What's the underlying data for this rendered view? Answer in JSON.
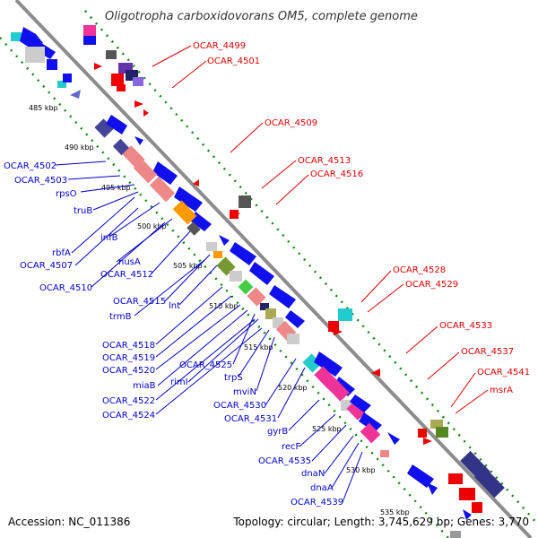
{
  "title": "Oligotropha carboxidovorans OM5, complete genome",
  "footer": {
    "accession": "Accession: NC_011386",
    "summary": "Topology: circular; Length: 3,745,629 bp; Genes: 3,770"
  },
  "ticks": [
    "485 kbp",
    "490 kbp",
    "495 kbp",
    "500 kbp",
    "505 kbp",
    "510 kbp",
    "515 kbp",
    "520 kbp",
    "525 kbp",
    "530 kbp",
    "535 kbp"
  ],
  "labels_forward": [
    "OCAR_4499",
    "OCAR_4501",
    "OCAR_4509",
    "OCAR_4513",
    "OCAR_4516",
    "OCAR_4528",
    "OCAR_4529",
    "OCAR_4533",
    "OCAR_4537",
    "OCAR_4541",
    "msrA"
  ],
  "labels_reverse": [
    "OCAR_4502",
    "OCAR_4503",
    "rpsO",
    "truB",
    "infB",
    "rbfA",
    "OCAR_4507",
    "nusA",
    "OCAR_4512",
    "OCAR_4510",
    "OCAR_4515",
    "lnt",
    "trmB",
    "OCAR_4518",
    "OCAR_4519",
    "OCAR_4520",
    "OCAR_4525",
    "miaB",
    "rimI",
    "trpS",
    "mviN",
    "OCAR_4522",
    "OCAR_4524",
    "OCAR_4530",
    "OCAR_4531",
    "gyrB",
    "recF",
    "OCAR_4535",
    "dnaN",
    "dnaA",
    "OCAR_4539"
  ],
  "colors": {
    "backbone": "#8c8c8c",
    "forward_label": "#e00000",
    "reverse_label": "#0000cc",
    "cds_forward": "#ff0000",
    "cds_reverse": "#0000ee",
    "gc_marks": "#118811"
  }
}
